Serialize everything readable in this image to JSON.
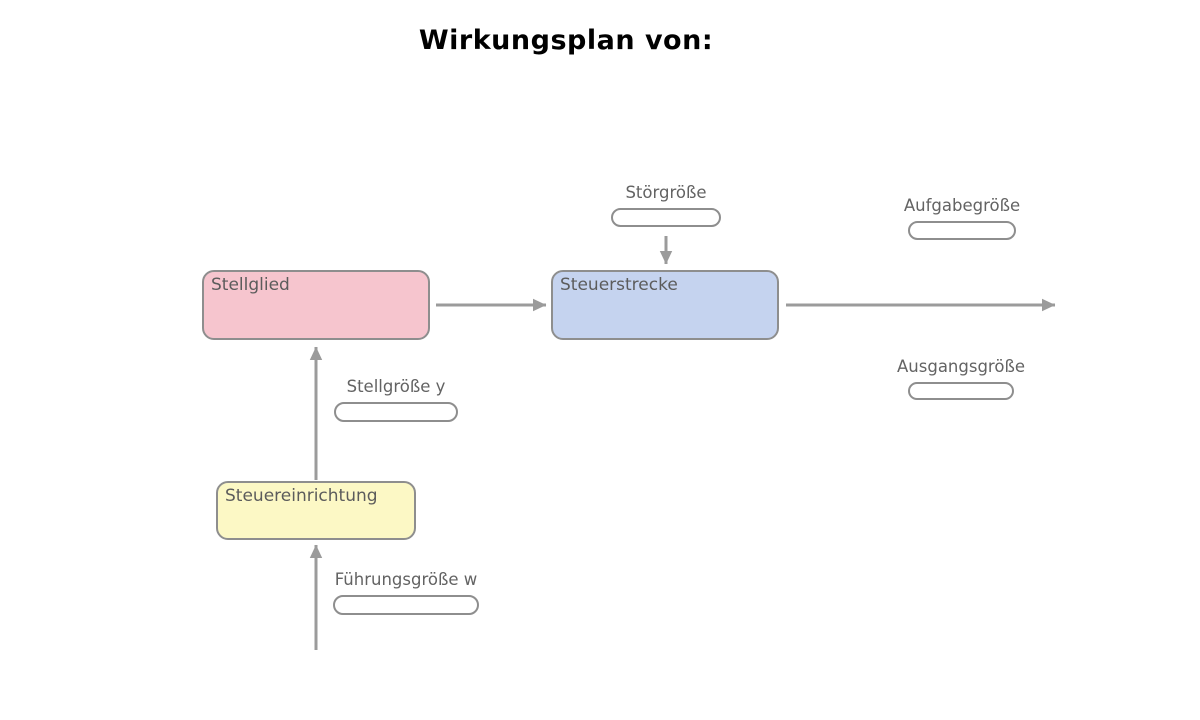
{
  "title": "Wirkungsplan von:",
  "colors": {
    "stellglied_fill": "#f6c5ce",
    "steuerstrecke_fill": "#c5d3ef",
    "steuereinrichtung_fill": "#fcf8c5",
    "box_border": "#8e8e8e",
    "pill_border": "#8e8e8e",
    "arrow": "#9b9b9b",
    "label_text": "#636363",
    "block_text": "#5c5c5c",
    "title_text": "#000000"
  },
  "diagram": {
    "blocks": [
      {
        "id": "stellglied",
        "label": "Stellglied",
        "fill": "#f6c5ce"
      },
      {
        "id": "steuerstrecke",
        "label": "Steuerstrecke",
        "fill": "#c5d3ef"
      },
      {
        "id": "steuereinrichtung",
        "label": "Steuereinrichtung",
        "fill": "#fcf8c5"
      }
    ],
    "signals": [
      {
        "id": "stoergroesse",
        "label": "Störgröße",
        "value": ""
      },
      {
        "id": "aufgabegroesse",
        "label": "Aufgabegröße",
        "value": ""
      },
      {
        "id": "stellgroesse",
        "label": "Stellgröße y",
        "value": ""
      },
      {
        "id": "ausgangsgroesse",
        "label": "Ausgangsgröße",
        "value": ""
      },
      {
        "id": "fuehrungsgroesse",
        "label": "Führungsgröße w",
        "value": ""
      }
    ]
  }
}
